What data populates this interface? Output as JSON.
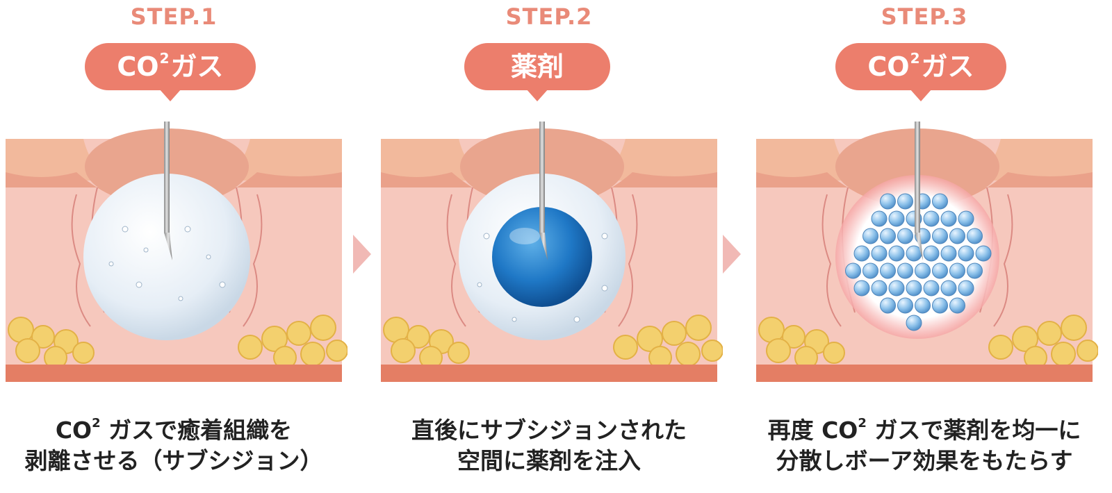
{
  "colors": {
    "step_label": "#e98a78",
    "pill": "#ec7e6c",
    "skin_top": "#f2b99c",
    "dermis": "#f6c8bd",
    "fat": "#f2cf6a",
    "bottom_band": "#e47e64",
    "arrow": "#f1b9b5"
  },
  "steps": [
    {
      "label": "STEP.1",
      "pill_main": "CO",
      "pill_sup": "2",
      "pill_tail": "ガス",
      "caption_line1_main": "CO",
      "caption_line1_sup": "2",
      "caption_line1_tail": " ガスで癒着組織を",
      "caption_line2": "剥離させる（サブシジョン）",
      "content_icon": "gas-bubble-icon"
    },
    {
      "label": "STEP.2",
      "pill_text": "薬剤",
      "caption_line1": "直後にサブシジョンされた",
      "caption_line2": "空間に薬剤を注入",
      "content_icon": "drug-pool-icon"
    },
    {
      "label": "STEP.3",
      "pill_main": "CO",
      "pill_sup": "2",
      "pill_tail": "ガス",
      "caption_line1_pre": "再度 ",
      "caption_line1_main": "CO",
      "caption_line1_sup": "2",
      "caption_line1_tail": " ガスで薬剤を均一に",
      "caption_line2": "分散しボーア効果をもたらす",
      "content_icon": "dispersed-particles-icon"
    }
  ]
}
